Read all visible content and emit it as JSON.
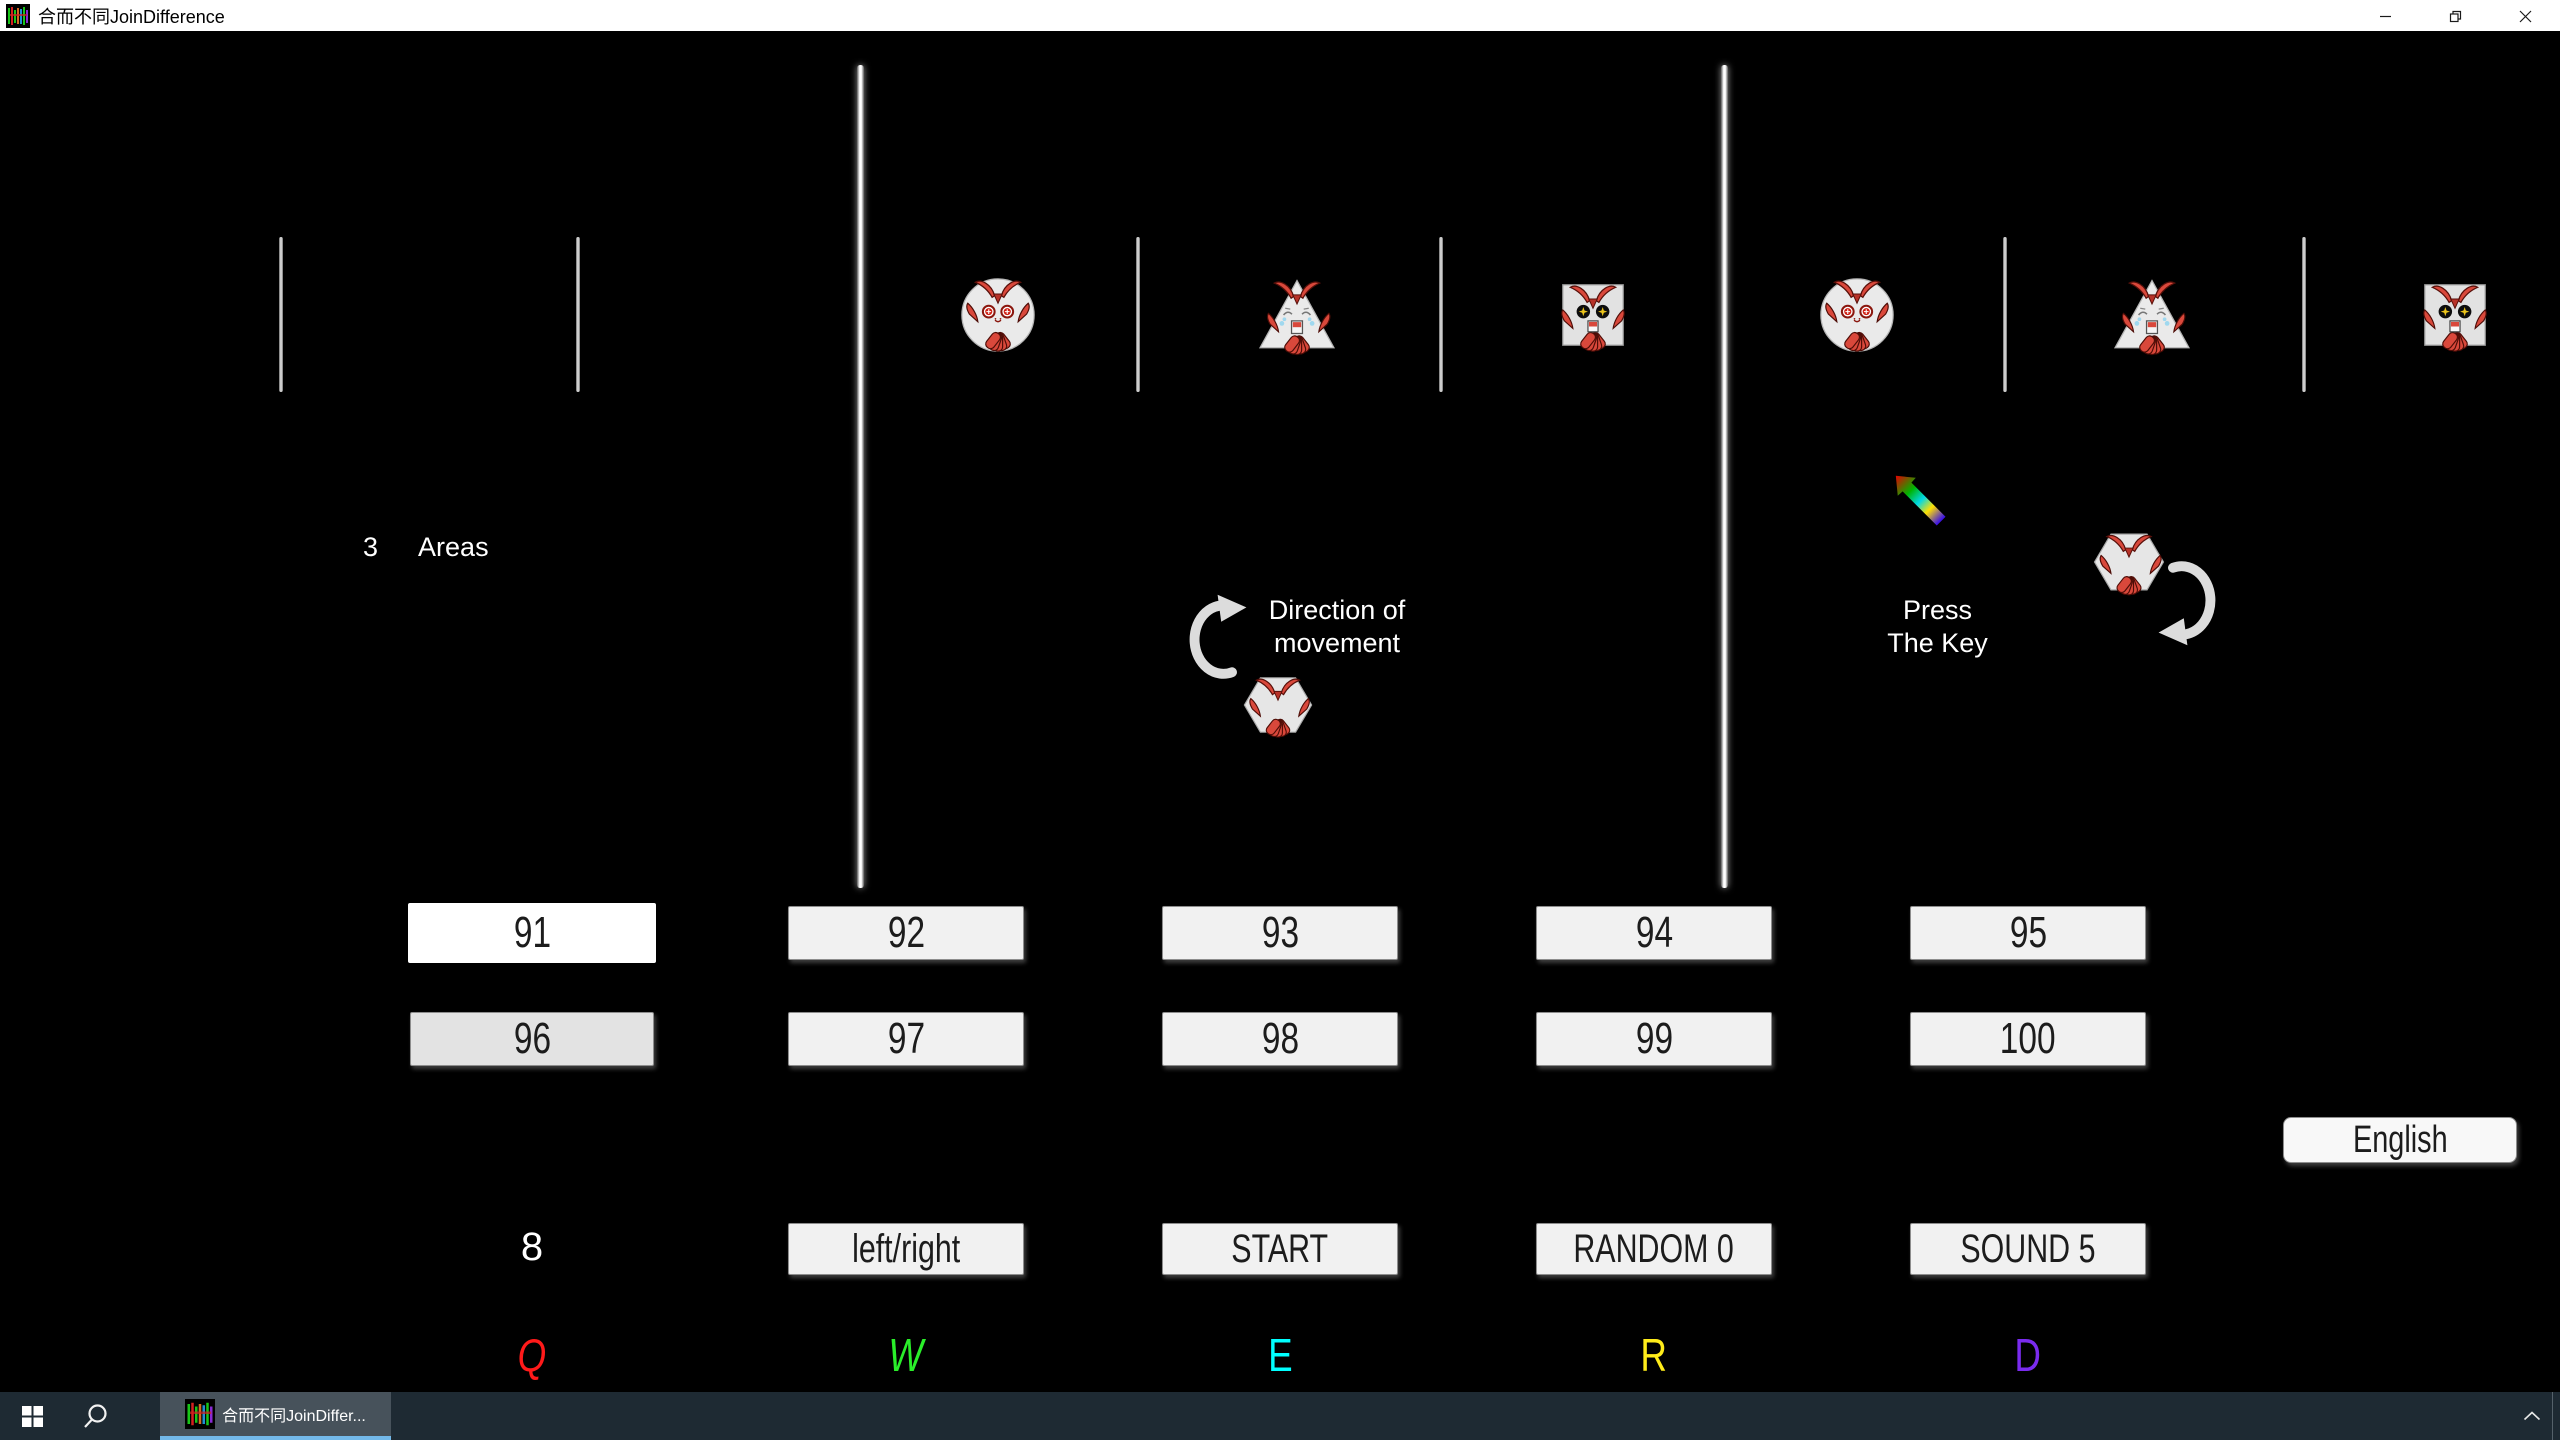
{
  "window": {
    "title": "合而不同JoinDifference"
  },
  "game": {
    "areas_count": "3",
    "areas_label": "Areas",
    "monsters_top_row": [
      "circle",
      "triangle",
      "square",
      "circle",
      "triangle",
      "square"
    ],
    "direction_hint": {
      "line1": "Direction of",
      "line2": "movement",
      "demo_monster": "hexagon"
    },
    "press_hint": {
      "line1": "Press",
      "line2": "The Key",
      "demo_monster": "hexagon"
    },
    "number_buttons": [
      "91",
      "92",
      "93",
      "94",
      "95",
      "96",
      "97",
      "98",
      "99",
      "100"
    ],
    "selected_number": "91",
    "counter": "8",
    "controls": {
      "mode": "left/right",
      "start": "START",
      "random": "RANDOM 0",
      "sound": "SOUND 5",
      "language": "English"
    },
    "keys": [
      {
        "label": "Q",
        "color": "#ff1a1a"
      },
      {
        "label": "W",
        "color": "#2aee2a"
      },
      {
        "label": "E",
        "color": "#00ffff"
      },
      {
        "label": "R",
        "color": "#ffec1a"
      },
      {
        "label": "D",
        "color": "#7a2bee"
      }
    ]
  },
  "taskbar": {
    "app_label": "合而不同JoinDiffer..."
  }
}
